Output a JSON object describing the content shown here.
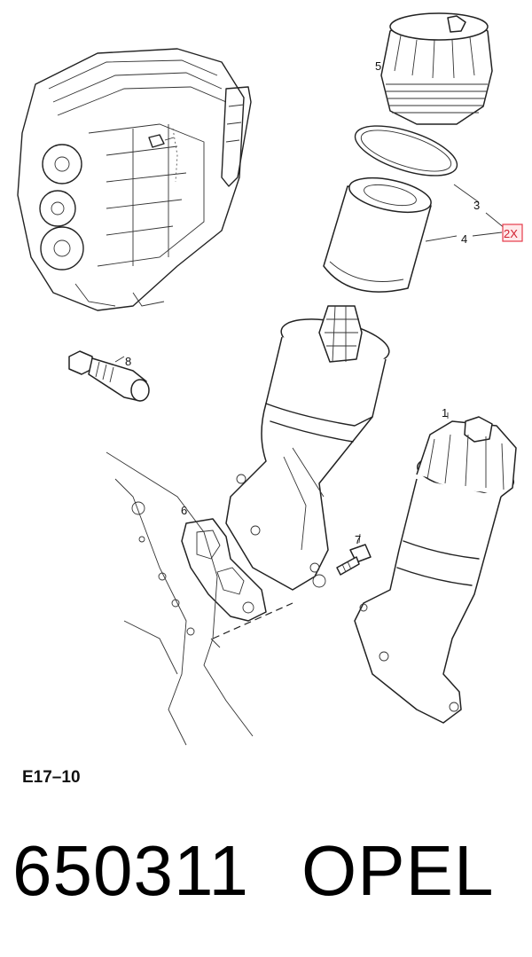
{
  "diagram": {
    "callouts": {
      "c1": "1",
      "c3": "3",
      "c4": "4",
      "c5": "5",
      "c6": "6",
      "c7": "7",
      "c8": "8"
    },
    "tag_2x": "2X",
    "tag_color": "#e53b4a"
  },
  "footer": {
    "figure_code": "E17–10",
    "part_number": "650311",
    "brand": "OPEL"
  }
}
